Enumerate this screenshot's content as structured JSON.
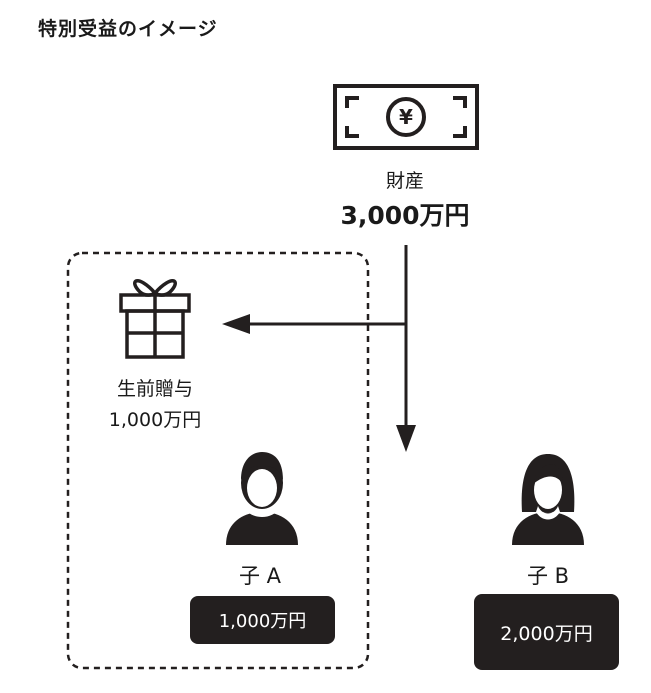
{
  "title": "特別受益のイメージ",
  "asset": {
    "icon": "banknote-icon",
    "symbol": "¥",
    "label": "財産",
    "amount": "3,000万円"
  },
  "gift": {
    "icon": "gift-box-icon",
    "label": "生前贈与",
    "amount": "1,000万円"
  },
  "children": [
    {
      "icon": "person-male-icon",
      "label": "子 A",
      "amount": "1,000万円"
    },
    {
      "icon": "person-female-icon",
      "label": "子 B",
      "amount": "2,000万円"
    }
  ],
  "colors": {
    "ink": "#231f1f",
    "background": "#ffffff"
  }
}
